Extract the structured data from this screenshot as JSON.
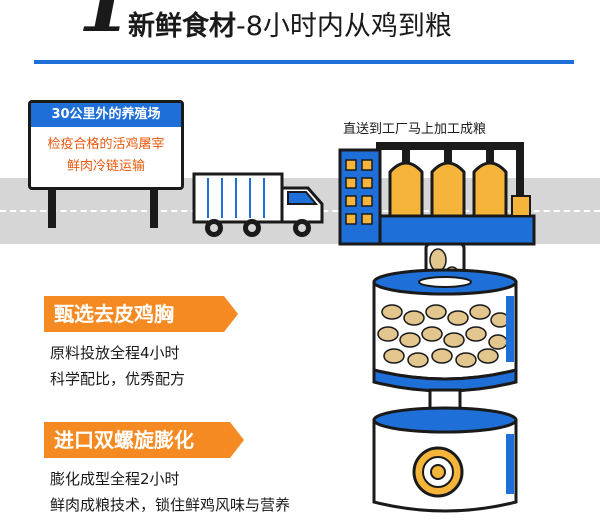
{
  "header": {
    "step_number": "1",
    "title_bold": "新鲜食材",
    "title_rest": "-8小时内从鸡到粮"
  },
  "sign": {
    "headline": "30公里外的养殖场",
    "line1": "检疫合格的活鸡屠宰",
    "line2": "鲜肉冷链运输"
  },
  "factory": {
    "label": "直送到工厂马上加工成粮"
  },
  "sections": [
    {
      "title": "甄选去皮鸡胸",
      "lines": [
        "原料投放全程4小时",
        "科学配比，优秀配方"
      ]
    },
    {
      "title": "进口双螺旋膨化",
      "lines": [
        "膨化成型全程2小时",
        "鲜肉成粮技术，锁住鲜鸡风味与营养"
      ]
    }
  ],
  "colors": {
    "accent_blue": "#1f6fd8",
    "accent_orange": "#f58a22",
    "factory_yellow": "#f5b43a",
    "sign_text": "#e8590c"
  },
  "icons": [
    "truck-icon",
    "factory-icon",
    "machine-hopper-icon",
    "extruder-icon"
  ]
}
